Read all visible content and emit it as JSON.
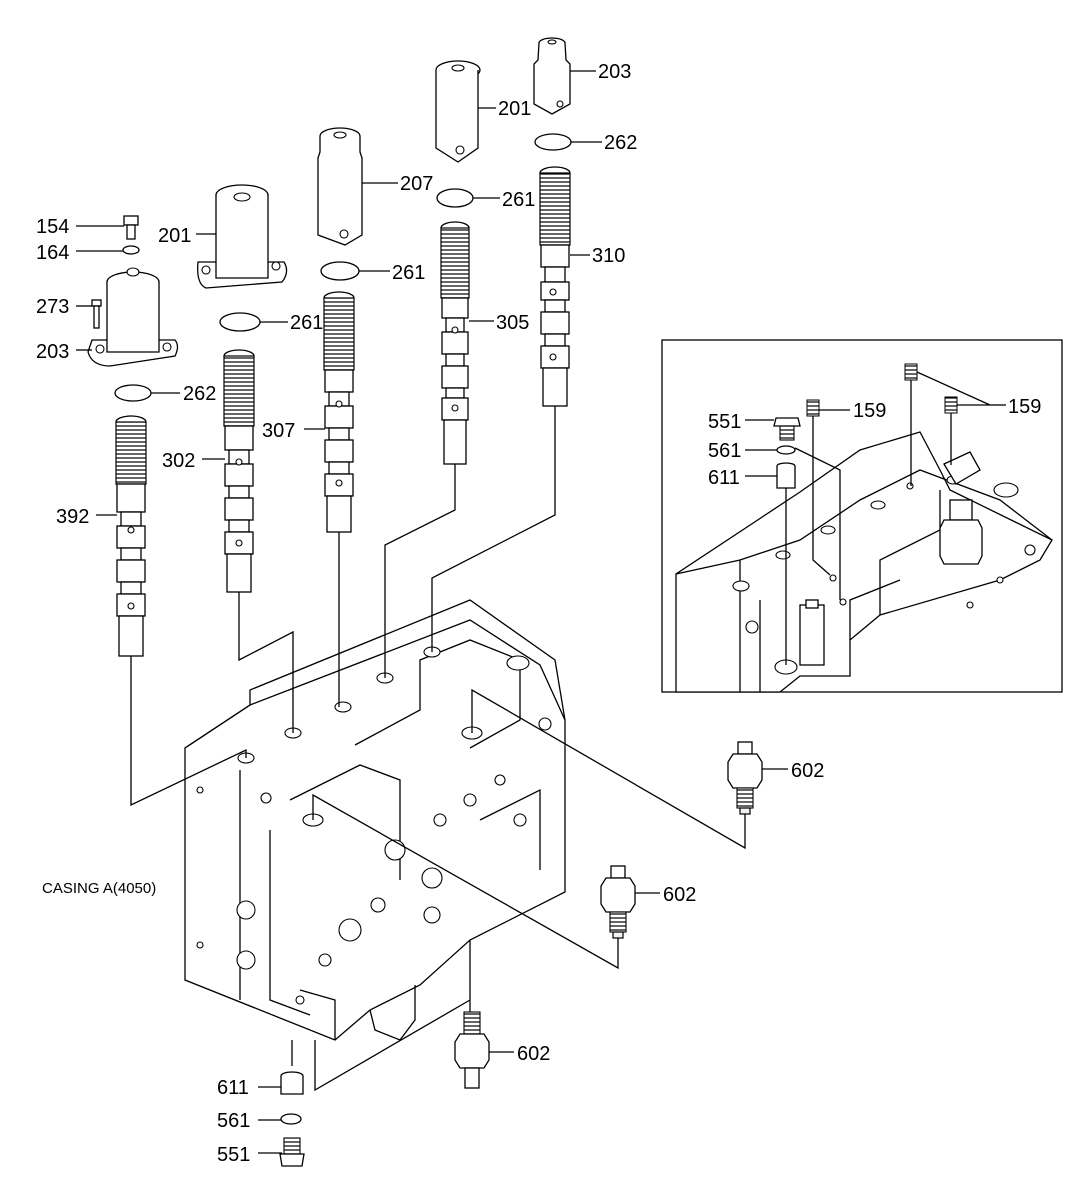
{
  "caption": "CASING A(4050)",
  "labels": {
    "l154": "154",
    "l164": "164",
    "l273": "273",
    "l203a": "203",
    "l201a": "201",
    "l207": "207",
    "l201b": "201",
    "l203b": "203",
    "l262a": "262",
    "l262b": "262",
    "l261a": "261",
    "l261b": "261",
    "l261c": "261",
    "l310": "310",
    "l305": "305",
    "l307": "307",
    "l302": "302",
    "l392": "392",
    "l551a": "551",
    "l561a": "561",
    "l611a": "611",
    "l159a": "159",
    "l159b": "159",
    "l602a": "602",
    "l602b": "602",
    "l602c": "602",
    "l611b": "611",
    "l561b": "561",
    "l551b": "551"
  }
}
